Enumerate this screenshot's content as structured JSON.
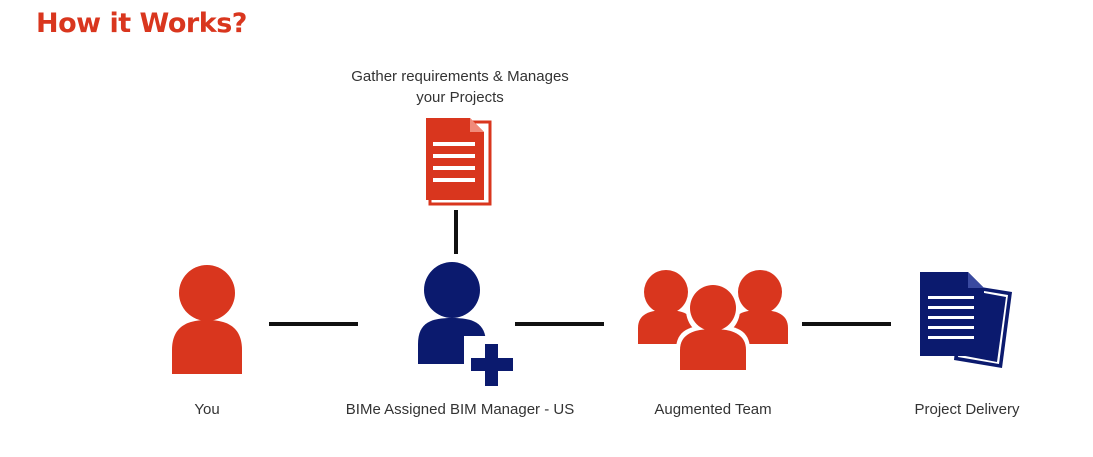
{
  "title": "How it Works?",
  "caption": {
    "line1": "Gather requirements & Manages",
    "line2": "your Projects"
  },
  "steps": [
    {
      "label": "You",
      "icon": "person-icon"
    },
    {
      "label": "BIMe Assigned BIM Manager - US",
      "icon": "add-user-icon"
    },
    {
      "label": "Augmented Team",
      "icon": "group-icon"
    },
    {
      "label": "Project Delivery",
      "icon": "documents-icon"
    }
  ],
  "requirements_icon": "document-icon",
  "colors": {
    "accent_red": "#d9361e",
    "navy": "#0b1a6e",
    "connector": "#111111",
    "text": "#333333"
  }
}
